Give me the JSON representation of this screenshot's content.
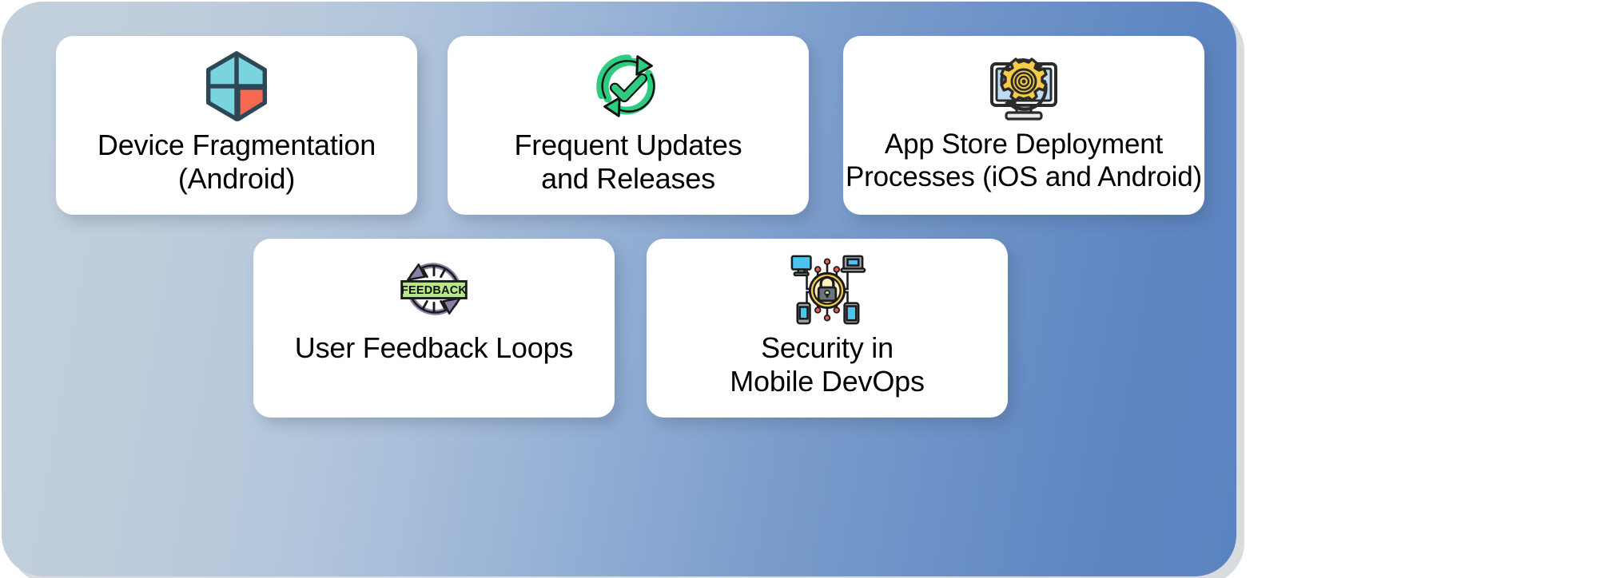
{
  "panel": {
    "background_gradient_from": "#c3d0dc",
    "background_gradient_to": "#5a83c1"
  },
  "cards": [
    {
      "id": "device-fragmentation",
      "label": "Device Fragmentation\n(Android)",
      "icon": "device-fragmentation-hexagon-icon",
      "icon_colors": {
        "teal": "#7ad4dd",
        "orange": "#f4694f",
        "outline": "#2e4756"
      }
    },
    {
      "id": "frequent-updates",
      "label": "Frequent Updates\nand Releases",
      "icon": "refresh-checkmark-icon",
      "icon_colors": {
        "green": "#2ecc80",
        "outline": "#111111"
      }
    },
    {
      "id": "app-store-deployment",
      "label": "App Store Deployment\nProcesses (iOS and Android)",
      "icon": "monitor-gear-sync-icon",
      "icon_colors": {
        "gear": "#f7cd46",
        "screen": "#bcdcf5",
        "outline": "#2b2b2b",
        "stand": "#b9bcc4"
      }
    },
    {
      "id": "user-feedback-loops",
      "label": "User Feedback Loops",
      "icon": "feedback-loop-icon",
      "icon_label": "FEEDBACK",
      "icon_colors": {
        "banner": "#b6e88a",
        "ring": "#8a7fa6",
        "outline": "#111111"
      }
    },
    {
      "id": "security-mobile-devops",
      "label": "Security in\nMobile DevOps",
      "icon": "security-network-lock-icon",
      "icon_colors": {
        "lock": "#f7cd46",
        "lock_light": "#fdf0c0",
        "device_blue": "#4ec3f0",
        "device_gray": "#9aa3ad",
        "node_red": "#e8604c",
        "outline": "#1b1b1b"
      }
    }
  ]
}
